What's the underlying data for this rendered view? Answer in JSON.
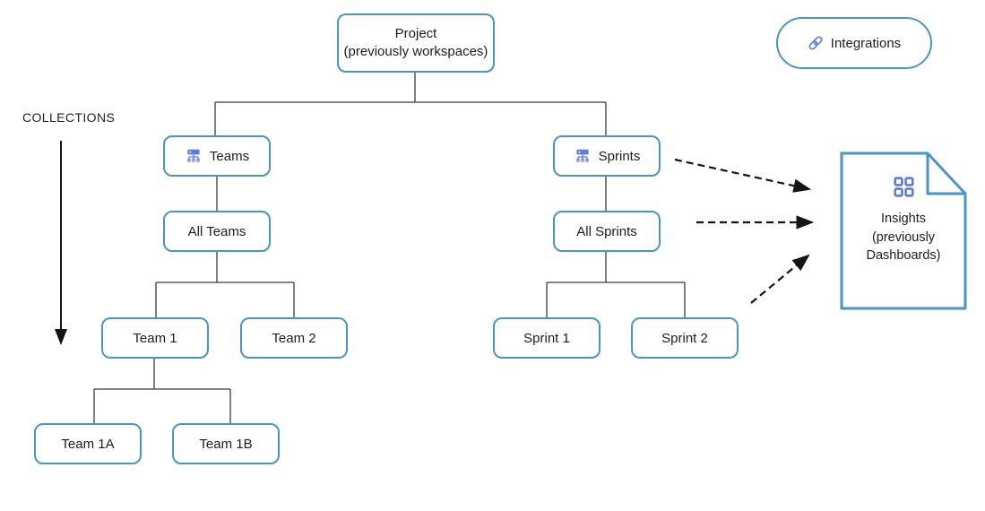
{
  "page": {
    "background": "#ffffff"
  },
  "colors": {
    "box_border": "#4796c8",
    "icon_blue": "#5b7ce6",
    "connector_line": "#3a3a3a",
    "arrow_black": "#141414",
    "text": "#1c1c1c"
  },
  "collections": {
    "label": "COLLECTIONS"
  },
  "nodes": {
    "project": {
      "line1": "Project",
      "line2": "(previously workspaces)"
    },
    "teams": {
      "label": "Teams",
      "icon": "org-chart-icon"
    },
    "sprints": {
      "label": "Sprints",
      "icon": "org-chart-icon"
    },
    "all_teams": {
      "label": "All Teams"
    },
    "all_sprints": {
      "label": "All Sprints"
    },
    "team1": {
      "label": "Team 1"
    },
    "team2": {
      "label": "Team 2"
    },
    "sprint1": {
      "label": "Sprint 1"
    },
    "sprint2": {
      "label": "Sprint 2"
    },
    "team1a": {
      "label": "Team 1A"
    },
    "team1b": {
      "label": "Team 1B"
    }
  },
  "integrations": {
    "label": "Integrations",
    "icon": "link-icon"
  },
  "insights": {
    "line1": "Insights",
    "line2": "(previously",
    "line3": "Dashboards)",
    "icon": "grid-icon"
  }
}
